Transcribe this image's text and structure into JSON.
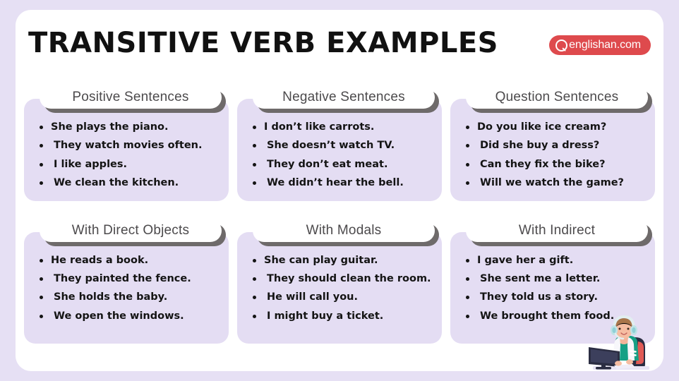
{
  "header": {
    "title": "TRANSITIVE VERB EXAMPLES",
    "brand": {
      "text": "englishan.com",
      "icon": "search-icon",
      "color": "#de4a4d"
    }
  },
  "theme": {
    "page_background": "#e6e0f4",
    "panel_background": "#ffffff",
    "card_background": "#e4ddf3",
    "tab_face": "#ffffff",
    "tab_shadow": "#6e6a6a",
    "header_text": "#4c4a4c",
    "body_text": "#141414"
  },
  "illustration": {
    "name": "person-at-computer-with-headphones"
  },
  "cards": [
    {
      "title": "Positive  Sentences",
      "items": [
        "She plays the piano.",
        "They watch movies often.",
        "I like apples.",
        "We clean the kitchen."
      ]
    },
    {
      "title": "Negative  Sentences",
      "items": [
        "I don’t like carrots.",
        "She doesn’t watch TV.",
        "They don’t eat meat.",
        "We didn’t hear the bell."
      ]
    },
    {
      "title": "Question  Sentences",
      "items": [
        "Do you like ice cream?",
        "Did she buy a dress?",
        "Can they fix the bike?",
        "Will we watch the game?"
      ]
    },
    {
      "title": "With Direct Objects",
      "items": [
        "He reads a book.",
        "They painted the fence.",
        "She holds the baby.",
        "We open the windows."
      ]
    },
    {
      "title": "With Modals",
      "items": [
        "She can play guitar.",
        "They should clean the room.",
        "He will call you.",
        "I might buy a ticket."
      ]
    },
    {
      "title": "With Indirect",
      "items": [
        "I gave her a gift.",
        "She sent me a letter.",
        "They told us a story.",
        "We brought them food."
      ]
    }
  ]
}
